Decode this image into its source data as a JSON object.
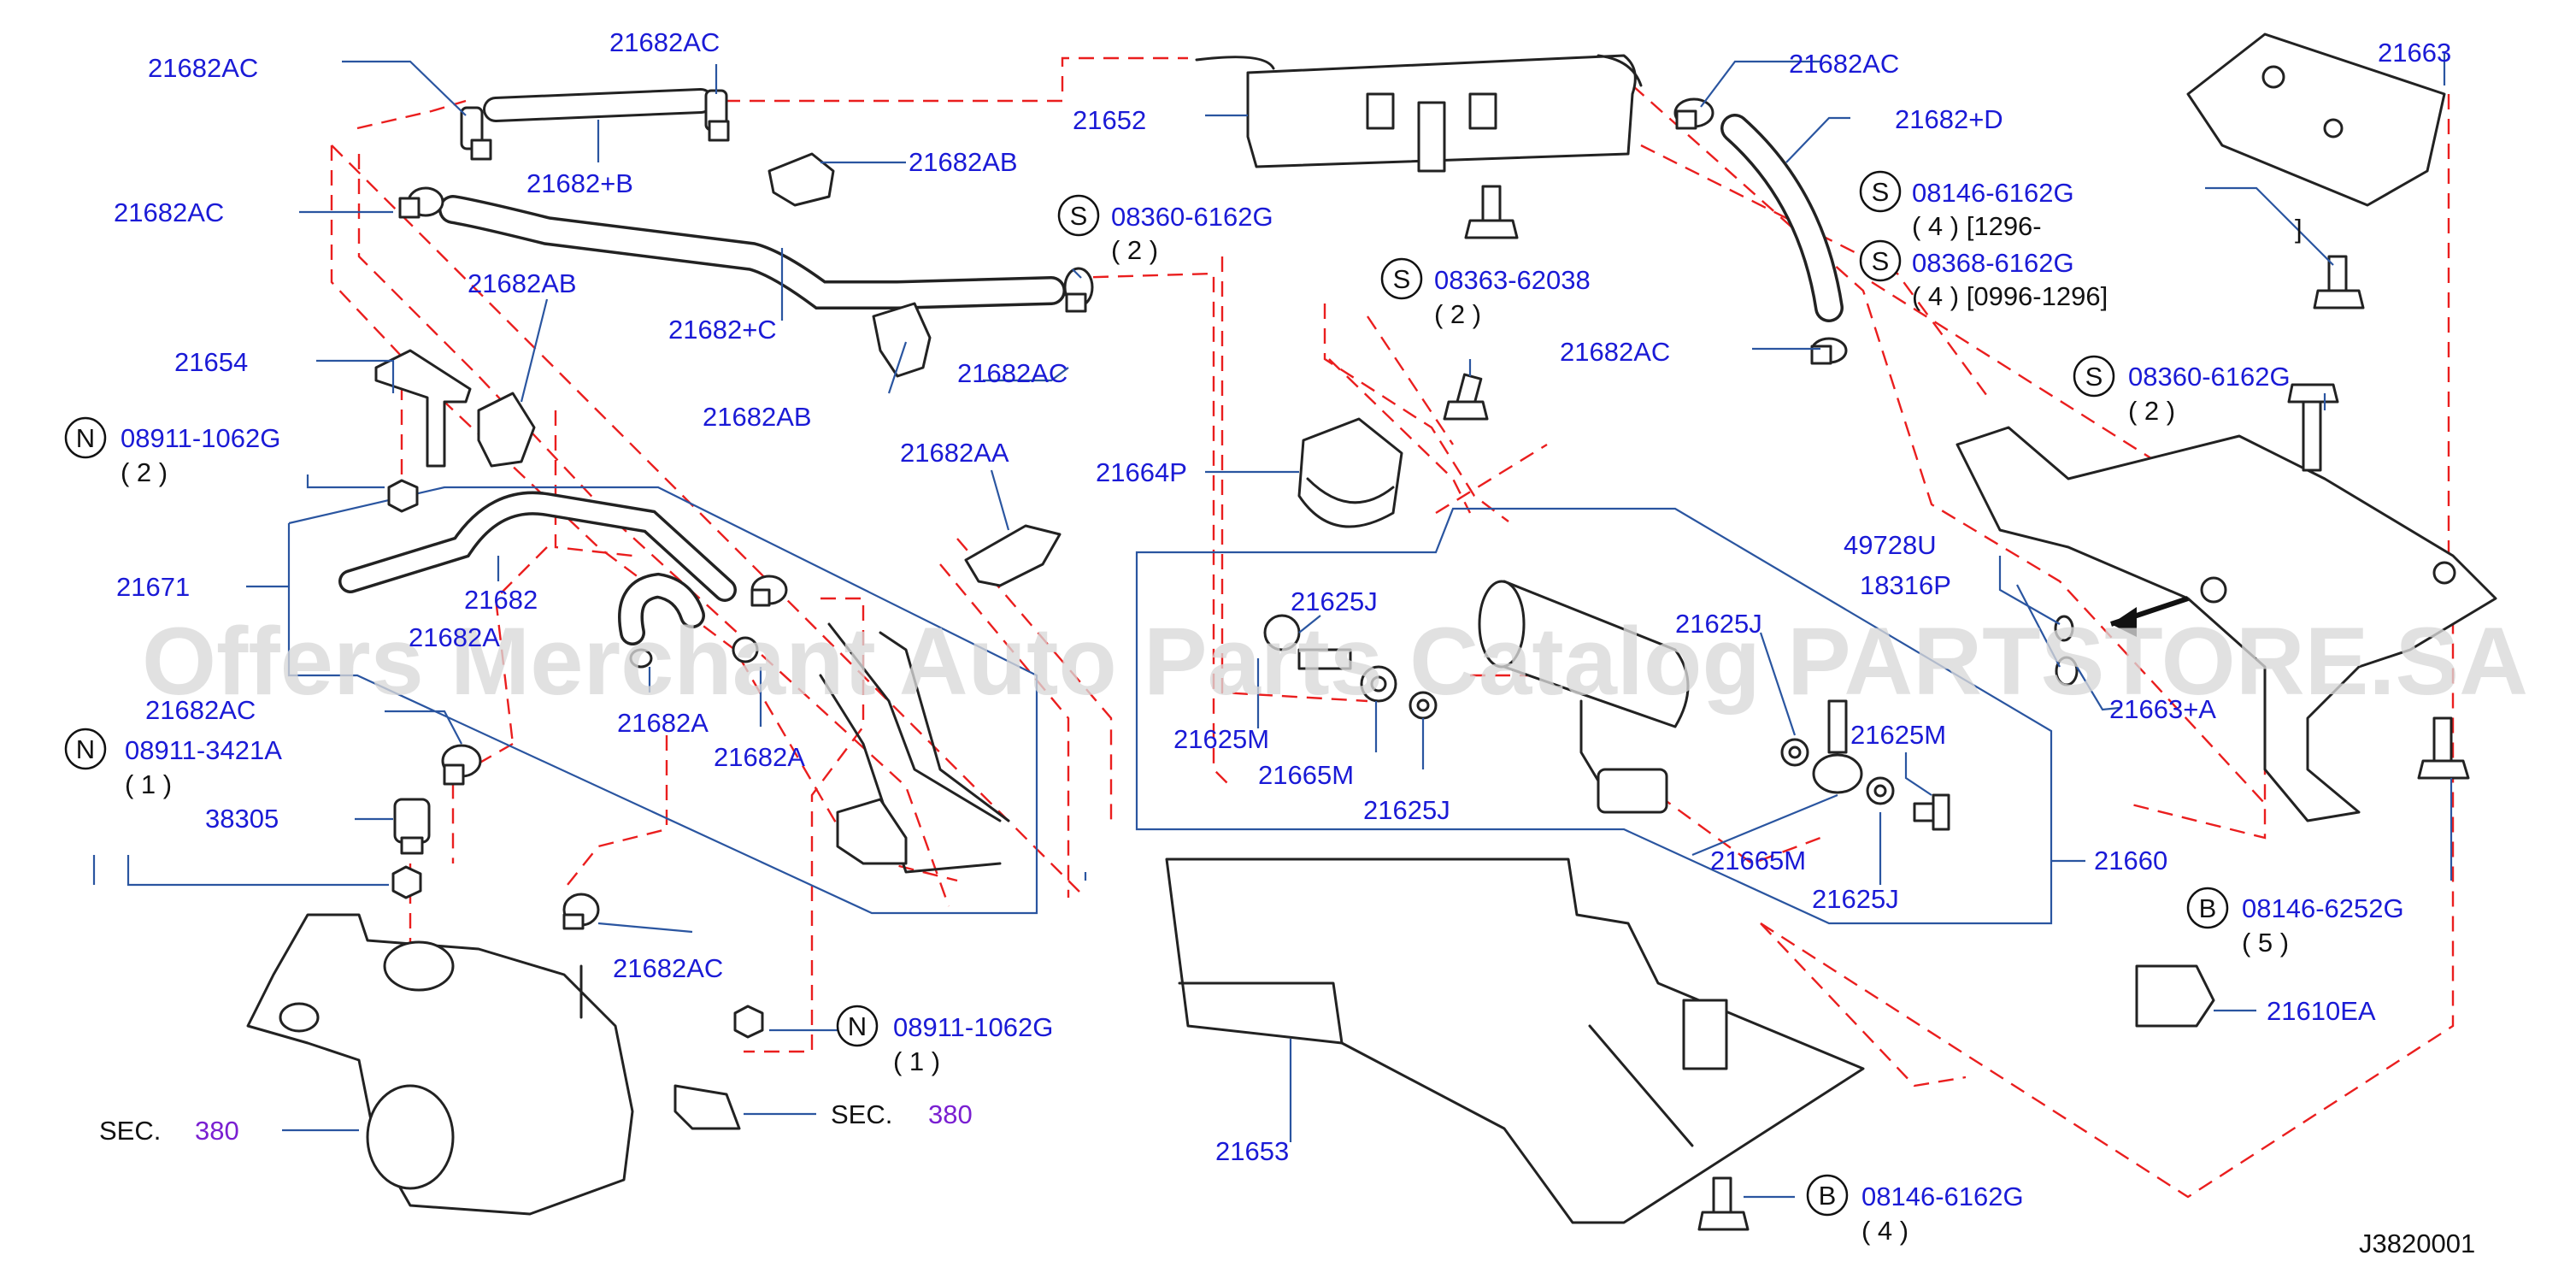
{
  "diagram": {
    "watermark": "Offers Merchant Auto Parts Catalog PARTSTORE.SA",
    "footer_code": "J3820001",
    "labels": {
      "l01": "21682AC",
      "l02": "21682AC",
      "l03": "21652",
      "l04": "21682AC",
      "l05": "21682+D",
      "l06": "21663",
      "l07": "21682+B",
      "l08": "21682AB",
      "l09": "21682AC",
      "l10": "08360-6162G",
      "l11": "( 2 )",
      "l12": "08146-6162G",
      "l13": "( 4 ) [1296-",
      "l14": "]",
      "l15": "08368-6162G",
      "l16": "( 4 ) [0996-1296]",
      "l17": "21682AB",
      "l18": "21682+C",
      "l19": "08363-62038",
      "l20": "( 2 )",
      "l21": "21682AC",
      "l22": "21654",
      "l23": "21682AC",
      "l24": "21682AB",
      "l25": "08360-6162G",
      "l26": "( 2 )",
      "l27": "08911-1062G",
      "l28": "( 2 )",
      "l29": "21682AA",
      "l30": "21664P",
      "l31": "21671",
      "l32": "21682",
      "l33": "21682A",
      "l34": "21625J",
      "l35": "49728U",
      "l36": "18316P",
      "l37": "21625J",
      "l38": "21682AC",
      "l39": "21682A",
      "l40": "21682A",
      "l41": "21625M",
      "l42": "21665M",
      "l43": "21625M",
      "l44": "21663+A",
      "l45": "08911-3421A",
      "l46": "( 1 )",
      "l47": "21625J",
      "l48": "38305",
      "l49": "21665M",
      "l50": "21660",
      "l51": "21625J",
      "l52": "08146-6252G",
      "l53": "( 5 )",
      "l54": "21682AC",
      "l55": "21610EA",
      "l56": "08911-1062G",
      "l57": "( 1 )",
      "l58": "SEC.",
      "l59": "380",
      "l60": "SEC.",
      "l61": "380",
      "l62": "21653",
      "l63": "08146-6162G",
      "l64": "( 4 )"
    },
    "symbols": {
      "s1": "S",
      "s2": "S",
      "s3": "S",
      "s4": "S",
      "s5": "S",
      "n1": "N",
      "n2": "N",
      "n3": "N",
      "b1": "B",
      "b2": "B"
    }
  }
}
